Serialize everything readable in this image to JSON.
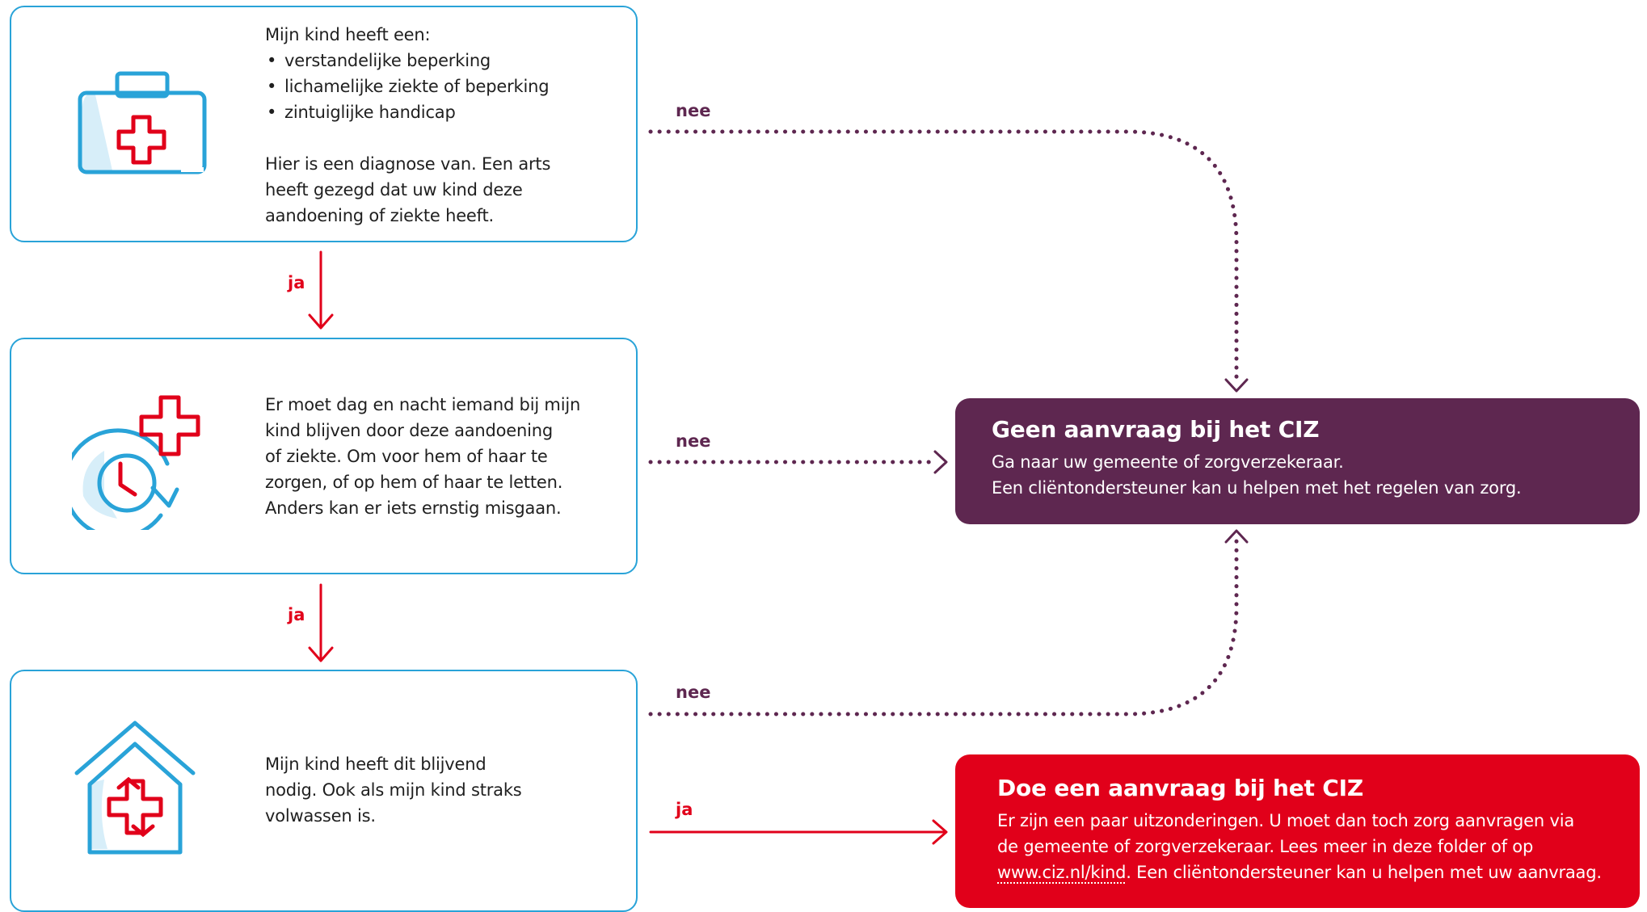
{
  "steps": [
    {
      "intro": "Mijn kind heeft een:",
      "bullets": [
        "verstandelijke beperking",
        "lichamelijke ziekte of beperking",
        "zintuiglijke handicap"
      ],
      "lines": [
        "Hier is een diagnose van. Een arts",
        "heeft gezegd dat uw kind deze",
        "aandoening of ziekte heeft."
      ],
      "icon": "medical-kit-icon"
    },
    {
      "lines": [
        "Er moet dag en nacht iemand bij mijn",
        "kind blijven door deze aandoening",
        "of ziekte. Om voor hem of haar te",
        "zorgen, of op hem of haar te letten.",
        "Anders kan er iets ernstig misgaan."
      ],
      "icon": "clock-care-icon"
    },
    {
      "lines": [
        "Mijn kind heeft dit blijvend",
        "nodig. Ook als mijn kind straks",
        "volwassen is."
      ],
      "icon": "house-care-icon"
    }
  ],
  "labels": {
    "yes": "ja",
    "no": "nee"
  },
  "result_no": {
    "title": "Geen aanvraag bij het CIZ",
    "lines": [
      "Ga naar uw gemeente of zorgverzekeraar.",
      "Een cliëntondersteuner kan u helpen met het regelen van zorg."
    ]
  },
  "result_yes": {
    "title": "Doe een aanvraag bij het CIZ",
    "line1": "Er zijn een paar uitzonderingen. U moet dan toch zorg aanvragen via",
    "line2": "de gemeente of zorgverzekeraar. Lees meer in deze folder of op",
    "link": "www.ciz.nl/kind",
    "line3_rest": ". Een cliëntondersteuner kan u helpen met uw aanvraag."
  },
  "colors": {
    "blue": "#29a3d8",
    "red": "#e1001a",
    "purple": "#5e2750",
    "light_blue": "#d7eef9"
  }
}
